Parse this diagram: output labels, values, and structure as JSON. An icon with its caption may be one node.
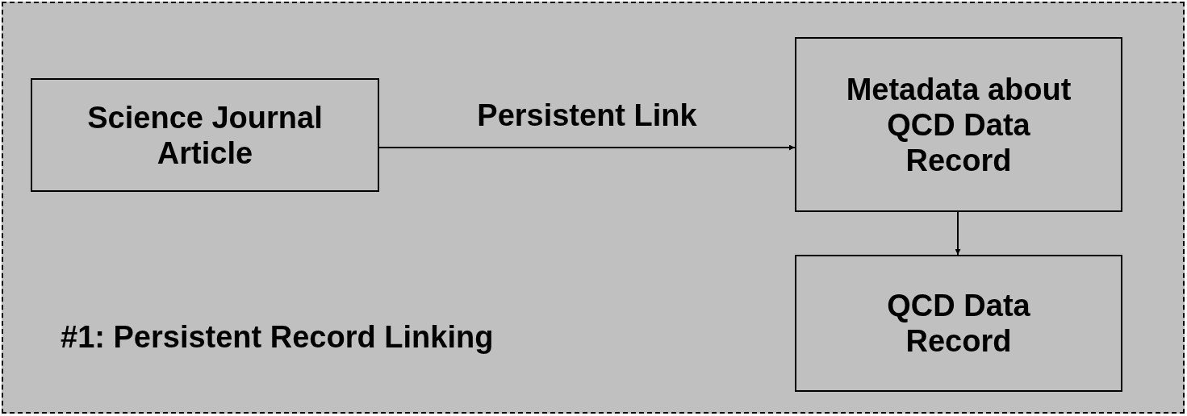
{
  "diagram": {
    "nodes": [
      {
        "text": [
          "Science Journal Article"
        ]
      },
      {
        "text": [
          "Metadata about QCD Data Record"
        ]
      },
      {
        "text": [
          "QCD Data Record"
        ]
      }
    ],
    "edges": [
      {
        "from": 0,
        "to": 1,
        "arrow": "to",
        "label": "Persistent Link"
      },
      {
        "from": 1,
        "to": 2,
        "arrow": "to"
      }
    ],
    "labels": [
      "#1: Persistent Record Linking"
    ]
  }
}
